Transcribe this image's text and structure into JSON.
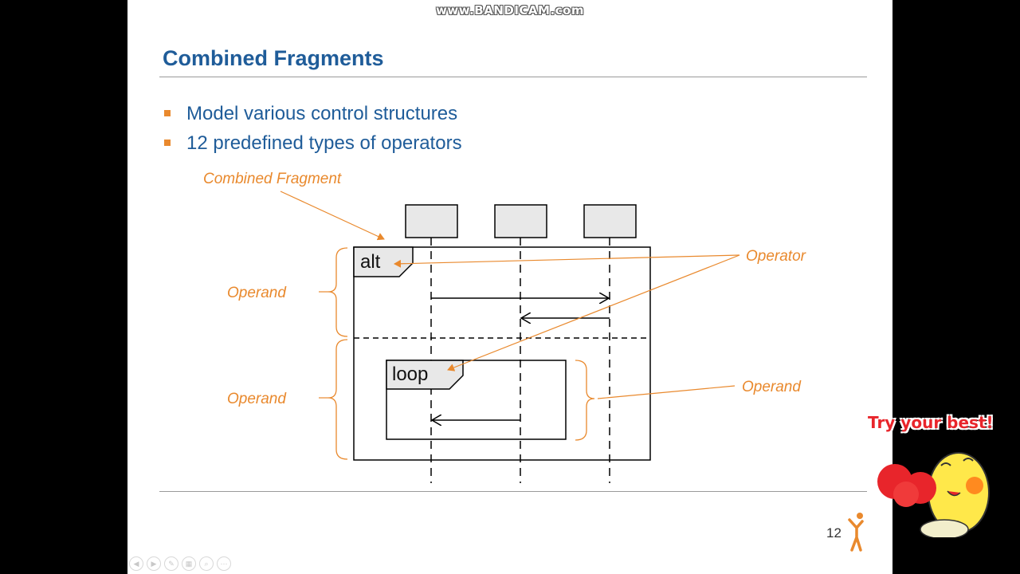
{
  "watermark": "www.BANDICAM.com",
  "slide": {
    "title": "Combined Fragments",
    "bullets": [
      "Model various control structures",
      "12 predefined types of operators"
    ],
    "page_number": "12"
  },
  "diagram": {
    "annotations": {
      "combined_fragment": "Combined Fragment",
      "operator": "Operator",
      "operand_left_top": "Operand",
      "operand_left_bottom": "Operand",
      "operand_right": "Operand"
    },
    "fragments": {
      "outer_operator": "alt",
      "inner_operator": "loop"
    },
    "colors": {
      "annotation": "#e9892d",
      "title": "#1f5c99",
      "lifeline_box_fill": "#e8e8e8",
      "operator_tab_fill": "#e8e8e8"
    }
  },
  "sticker": {
    "text": "Try your best!"
  },
  "nav_icons": [
    "prev-icon",
    "next-icon",
    "pen-icon",
    "slides-icon",
    "zoom-icon",
    "more-icon"
  ]
}
